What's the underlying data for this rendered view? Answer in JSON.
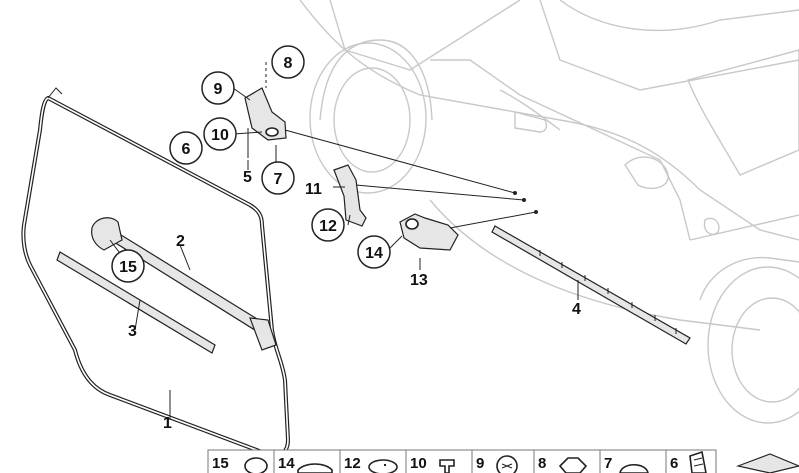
{
  "callouts": {
    "c1": "1",
    "c2": "2",
    "c3": "3",
    "c4": "4",
    "c5": "5",
    "c6": "6",
    "c7": "7",
    "c8": "8",
    "c9": "9",
    "c10": "10",
    "c11": "11",
    "c12": "12",
    "c13": "13",
    "c14": "14",
    "c15": "15"
  },
  "legend": [
    "15",
    "14",
    "12",
    "10",
    "9",
    "8",
    "7",
    "6"
  ]
}
